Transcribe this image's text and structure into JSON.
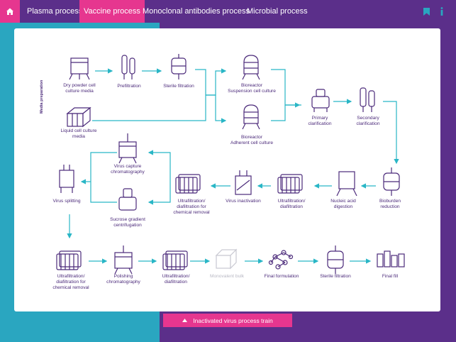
{
  "nav": {
    "tabs": [
      {
        "label": "Plasma process"
      },
      {
        "label": "Vaccine process",
        "active": true
      },
      {
        "label": "Monoclonal antibodies process"
      },
      {
        "label": "Microbial process"
      }
    ],
    "home_icon": "home-icon",
    "bookmark_icon": "bookmark-icon",
    "info_icon": "info-icon"
  },
  "colors": {
    "accent": "#e6368f",
    "purple": "#5b2f8a",
    "teal": "#2aa6c0",
    "line": "#29b6c6",
    "ink": "#4b2a7a"
  },
  "diagram": {
    "media_preparation": "Media preparation",
    "steps": {
      "dry_powder": "Dry powder cell\nculture media",
      "prefiltration": "Prefiltration",
      "sterile_filtration_1": "Sterile filtration",
      "liquid_media": "Liquid cell culture\nmedia",
      "bioreactor_suspension": "Bioreactor\nSuspension cell culture",
      "bioreactor_adherent": "Bioreactor\nAdherent cell culture",
      "primary_clarification": "Primary\nclarification",
      "secondary_clarification": "Secondary\nclarification",
      "bioburden_reduction": "Bioburden\nreduction",
      "nucleic_acid_digestion": "Nucleic acid\ndigestion",
      "uf_df_1": "Ultrafiltration/\ndiafiltration",
      "virus_inactivation": "Virus inactivation",
      "uf_df_chem_1": "Ultrafiltration/\ndiafiltration for\nchemical removal",
      "virus_capture": "Virus capture\nchromatography",
      "sucrose_gradient": "Sucrose gradient\ncentrifugation",
      "virus_splitting": "Virus splitting",
      "uf_df_chem_2": "Ultrafiltration/\ndiafiltration for\nchemical removal",
      "polishing": "Polishing\nchromatography",
      "uf_df_2": "Ultrafiltration/\ndiafiltration",
      "monovalent_bulk": "Monovalent bulk",
      "final_formulation": "Final formulation",
      "sterile_filtration_2": "Sterile filtration",
      "final_fill": "Final fill"
    }
  },
  "bottom_button": {
    "label": "Inactivated virus process train",
    "icon": "caret-up-icon"
  }
}
